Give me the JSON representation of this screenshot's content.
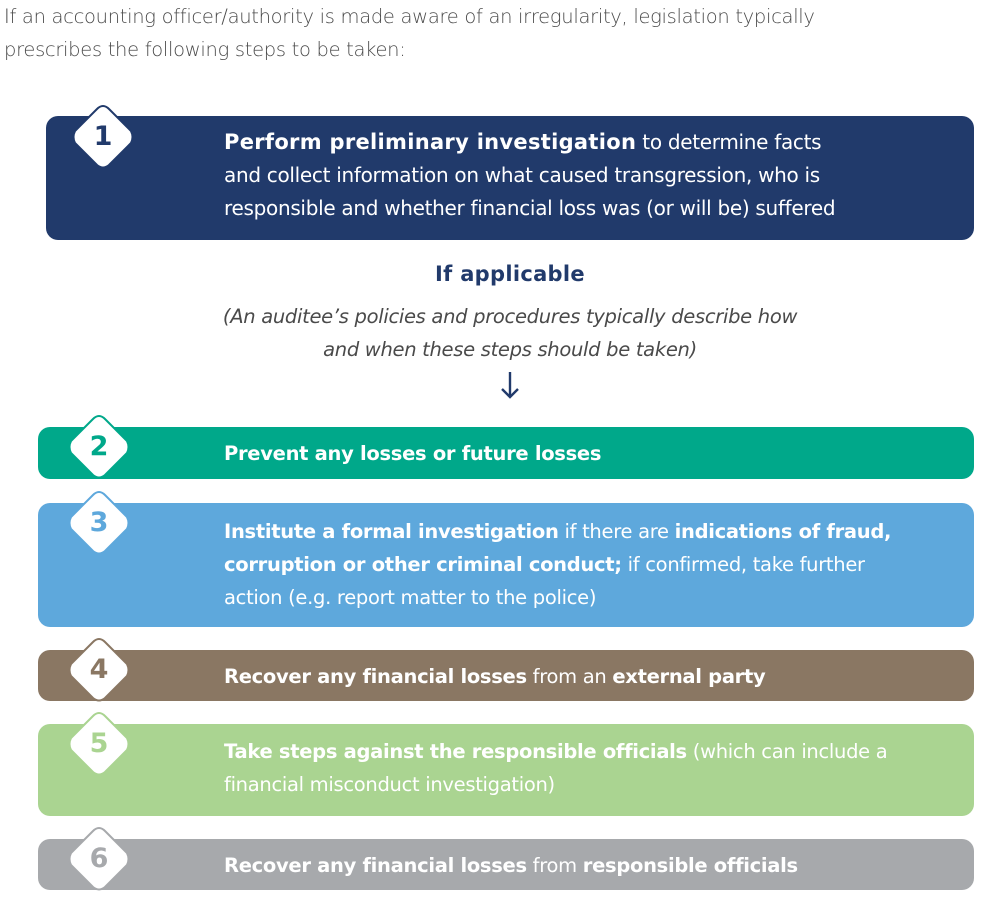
{
  "intro": {
    "line1": "If an accounting officer/authority is made aware of an irregularity, legislation typically",
    "line2": "prescribes the following steps to be taken:"
  },
  "colors": {
    "step1": "#213a6b",
    "step2": "#00a88a",
    "step3": "#5ea8dc",
    "step4": "#8a7763",
    "step5": "#aad491",
    "step6": "#a7a9ac",
    "text_dark": "#4a4a4a"
  },
  "steps": [
    {
      "number": "1",
      "lines": [
        {
          "bold": "Perform preliminary investigation",
          "rest": " to determine facts"
        },
        {
          "bold": "",
          "rest": "and collect information on what caused transgression, who is"
        },
        {
          "bold": "",
          "rest": "responsible and whether financial loss was (or will be) suffered"
        }
      ]
    },
    {
      "number": "2",
      "lines": [
        {
          "bold": "Prevent any losses or future losses",
          "rest": ""
        }
      ]
    },
    {
      "number": "3",
      "lines": [
        {
          "bold": "Institute a formal investigation",
          "rest": " if there are ",
          "bold2": "indications of fraud,"
        },
        {
          "bold": "corruption or other criminal conduct;",
          "rest": " if confirmed, take further"
        },
        {
          "bold": "",
          "rest": "action (e.g. report matter to the police)"
        }
      ]
    },
    {
      "number": "4",
      "lines": [
        {
          "bold": "Recover any financial losses",
          "rest": " from an ",
          "bold2": "external party"
        }
      ]
    },
    {
      "number": "5",
      "lines": [
        {
          "bold": "Take steps against the responsible officials",
          "rest": " (which can include a"
        },
        {
          "bold": "",
          "rest": "financial misconduct investigation)"
        }
      ]
    },
    {
      "number": "6",
      "lines": [
        {
          "bold": "Recover any financial losses",
          "rest": " from ",
          "bold2": "responsible officials"
        }
      ]
    }
  ],
  "connector": {
    "heading": "If applicable",
    "note_line1": "(An auditee’s policies and procedures typically describe how",
    "note_line2": "and when these steps should be taken)",
    "icon": "arrow-down-icon"
  }
}
